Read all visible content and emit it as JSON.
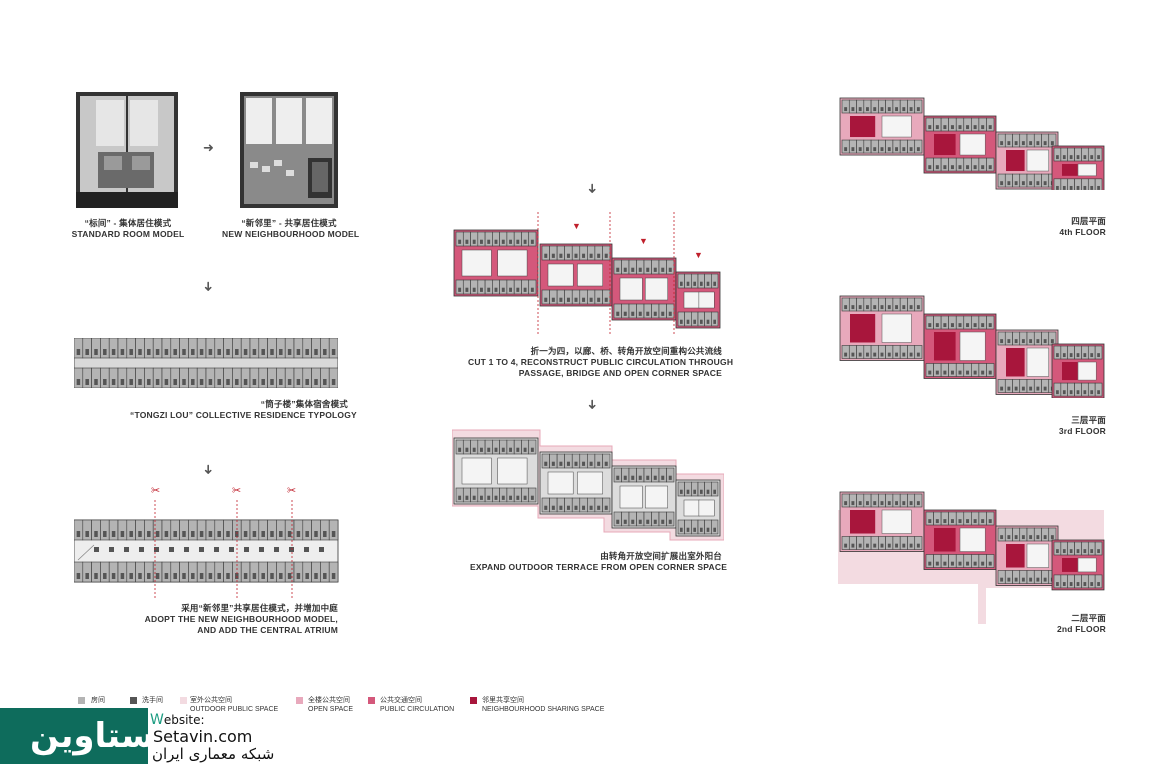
{
  "captions": {
    "standard": {
      "cn": "“标间” - 集体居住模式",
      "en": "STANDARD ROOM MODEL"
    },
    "neighbourhood": {
      "cn": "“新邻里” - 共享居住模式",
      "en": "NEW NEIGHBOURHOOD MODEL"
    },
    "tongzi": {
      "cn": "“筒子楼”集体宿舍模式",
      "en": "“TONGZI LOU” COLLECTIVE RESIDENCE TYPOLOGY"
    },
    "adopt": {
      "cn": "采用“新邻里”共享居住模式，并增加中庭",
      "en1": "ADOPT THE NEW  NEIGHBOURHOOD MODEL,",
      "en2": "AND ADD THE  CENTRAL ATRIUM"
    },
    "cut": {
      "cn": "折一为四，以廊、桥、转角开放空间重构公共流线",
      "en1": "CUT 1 TO 4, RECONSTRUCT PUBLIC CIRCULATION THROUGH",
      "en2": "PASSAGE, BRIDGE AND OPEN CORNER SPACE"
    },
    "expand": {
      "cn": "由转角开放空间扩展出室外阳台",
      "en": "EXPAND OUTDOOR TERRACE FROM OPEN CORNER SPACE"
    },
    "floor4": {
      "cn": "四层平面",
      "en": "4th FLOOR"
    },
    "floor3": {
      "cn": "三层平面",
      "en": "3rd FLOOR"
    },
    "floor2": {
      "cn": "二层平面",
      "en": "2nd FLOOR"
    }
  },
  "legend": [
    {
      "cn": "房间",
      "en": "",
      "color": "#b4b4b4"
    },
    {
      "cn": "洗手间",
      "en": "",
      "color": "#555555"
    },
    {
      "cn": "室外公共空间",
      "en": "OUTDOOR PUBLIC SPACE",
      "color": "#f3dbe1"
    },
    {
      "cn": "全楼公共空间",
      "en": "OPEN SPACE",
      "color": "#e8a9bc"
    },
    {
      "cn": "公共交通空间",
      "en": "PUBLIC CIRCULATION",
      "color": "#d4587b"
    },
    {
      "cn": "邻里共享空间",
      "en": "NEIGHBOURHOOD SHARING SPACE",
      "color": "#a8163c"
    }
  ],
  "watermark": {
    "logo": "ستاوین",
    "label_w": "W",
    "label_rest": "ebsite:",
    "url": "Setavin.com",
    "sub": "شبکه معماری ایران"
  },
  "colors": {
    "room": "#b4b4b4",
    "wc": "#555555",
    "outdoor": "#f3dbe1",
    "open": "#e8a9bc",
    "circulation": "#d4587b",
    "sharing": "#a8163c"
  }
}
